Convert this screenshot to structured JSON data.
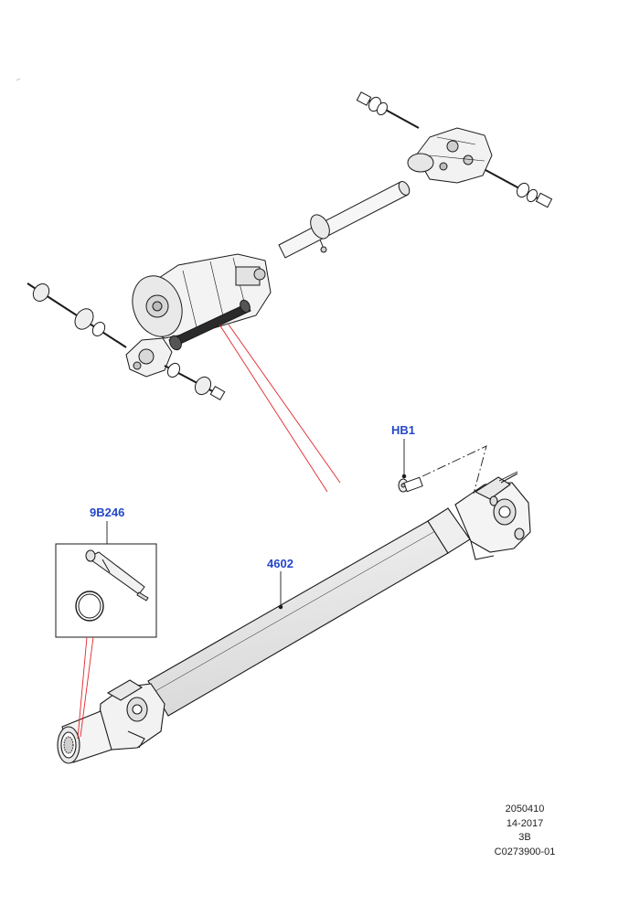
{
  "callouts": {
    "hb1": "HB1",
    "kit": "9B246",
    "shaft": "4602"
  },
  "reference": {
    "line1": "2050410",
    "line2": "14-2017",
    "line3": "3B",
    "line4": "C0273900-01"
  },
  "colors": {
    "callout_text": "#2447c9",
    "leader_red": "#e0262b",
    "line_art": "#1a1a1a"
  },
  "icons": {
    "overview": "drivetrain-assembly-illustration",
    "propshaft": "propeller-shaft-illustration",
    "bolt": "bolt-icon",
    "grease": "grease-tube-icon",
    "oring": "o-ring-icon"
  }
}
